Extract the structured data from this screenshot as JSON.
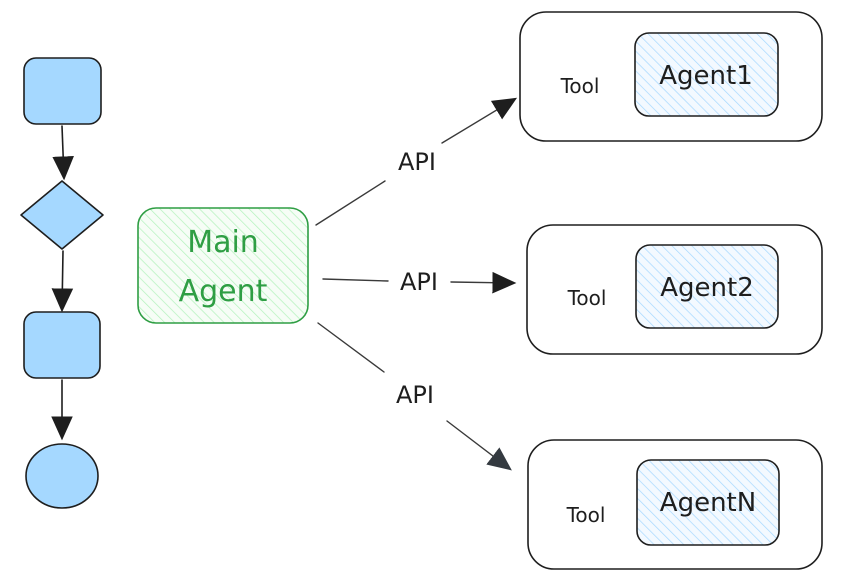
{
  "main_agent": {
    "line1": "Main",
    "line2": "Agent"
  },
  "tools": [
    {
      "tool_label": "Tool",
      "agent_label": "Agent1"
    },
    {
      "tool_label": "Tool",
      "agent_label": "Agent2"
    },
    {
      "tool_label": "Tool",
      "agent_label": "AgentN"
    }
  ],
  "connections": [
    {
      "label": "API"
    },
    {
      "label": "API"
    },
    {
      "label": "API"
    }
  ],
  "colors": {
    "flow_fill": "#a5d8ff",
    "main_agent_stroke": "#2f9e44",
    "main_agent_text": "#2f9e44",
    "agent_hatch": "#a5d8ff",
    "main_hatch": "#b2f2bb"
  }
}
